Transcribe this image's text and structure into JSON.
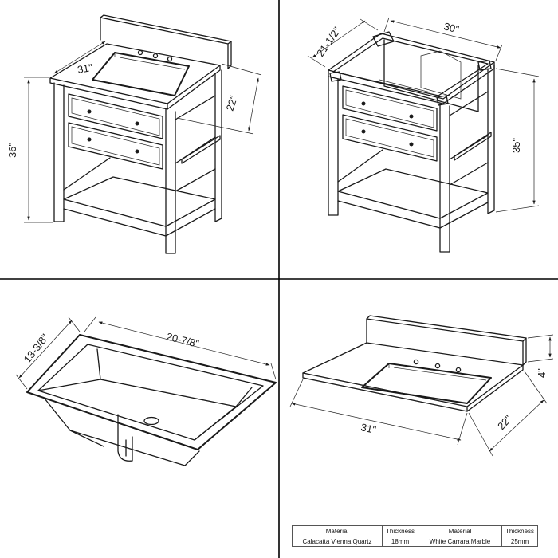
{
  "panels": {
    "front_view": {
      "width_label": "31\"",
      "depth_label": "22\"",
      "height_label": "36\""
    },
    "cabinet_view": {
      "width_label": "30\"",
      "depth_label": "21-1/2\"",
      "height_label": "35\""
    },
    "sink_view": {
      "width_label": "20-7/8\"",
      "depth_label": "13-3/8\""
    },
    "top_view": {
      "width_label": "31\"",
      "depth_label": "22\"",
      "backsplash_label": "4\""
    }
  },
  "spec_table": {
    "headers": [
      "Material",
      "Thickness",
      "Material",
      "Thickness"
    ],
    "row": [
      "Calacatta Vienna Quartz",
      "18mm",
      "White Carrara Marble",
      "25mm"
    ]
  },
  "colors": {
    "line": "#1a1a1a",
    "divider": "#000000",
    "background": "#ffffff"
  }
}
